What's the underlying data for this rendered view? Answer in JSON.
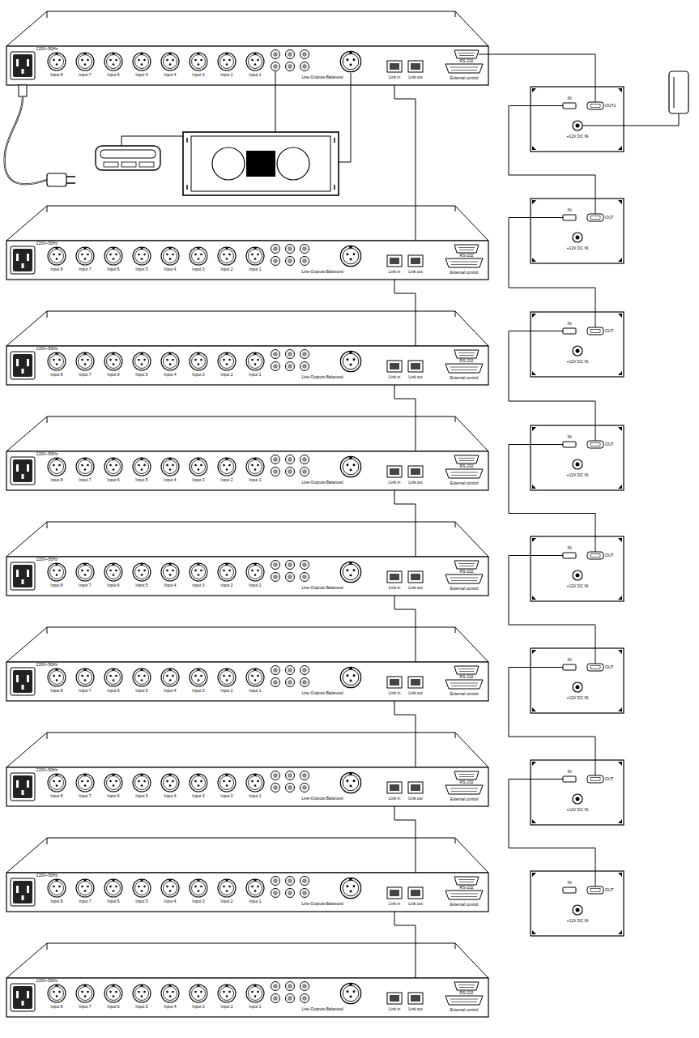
{
  "diagram": {
    "nodes": [
      {
        "text": [
          "220V~50Hz",
          "Input 8",
          "Input 7",
          "Input 6",
          "Input 5",
          "Input 4",
          "Input 3",
          "Input 2",
          "Input 1",
          "Line-Outputs-Balanced",
          "Link in",
          "Link out",
          "RS-232",
          "External control"
        ]
      },
      {
        "text": [
          "220V~50Hz",
          "Input 8",
          "Input 7",
          "Input 6",
          "Input 5",
          "Input 4",
          "Input 3",
          "Input 2",
          "Input 1",
          "Line-Outputs-Balanced",
          "Link in",
          "Link out",
          "RS-232",
          "External control"
        ]
      },
      {
        "text": [
          "220V~50Hz",
          "Input 8",
          "Input 7",
          "Input 6",
          "Input 5",
          "Input 4",
          "Input 3",
          "Input 2",
          "Input 1",
          "Line-Outputs-Balanced",
          "Link in",
          "Link out",
          "RS-232",
          "External control"
        ]
      },
      {
        "text": [
          "220V~50Hz",
          "Input 8",
          "Input 7",
          "Input 6",
          "Input 5",
          "Input 4",
          "Input 3",
          "Input 2",
          "Input 1",
          "Line-Outputs-Balanced",
          "Link in",
          "Link out",
          "RS-232",
          "External control"
        ]
      },
      {
        "text": [
          "220V~50Hz",
          "Input 8",
          "Input 7",
          "Input 6",
          "Input 5",
          "Input 4",
          "Input 3",
          "Input 2",
          "Input 1",
          "Line-Outputs-Balanced",
          "Link in",
          "Link out",
          "RS-232",
          "External control"
        ]
      },
      {
        "text": [
          "220V~50Hz",
          "Input 8",
          "Input 7",
          "Input 6",
          "Input 5",
          "Input 4",
          "Input 3",
          "Input 2",
          "Input 1",
          "Line-Outputs-Balanced",
          "Link in",
          "Link out",
          "RS-232",
          "External control"
        ]
      },
      {
        "text": [
          "220V~50Hz",
          "Input 8",
          "Input 7",
          "Input 6",
          "Input 5",
          "Input 4",
          "Input 3",
          "Input 2",
          "Input 1",
          "Line-Outputs-Balanced",
          "Link in",
          "Link out",
          "RS-232",
          "External control"
        ]
      },
      {
        "text": [
          "220V~50Hz",
          "Input 8",
          "Input 7",
          "Input 6",
          "Input 5",
          "Input 4",
          "Input 3",
          "Input 2",
          "Input 1",
          "Line-Outputs-Balanced",
          "Link in",
          "Link out",
          "RS-232",
          "External control"
        ]
      },
      {
        "text": [
          "220V~50Hz",
          "Input 8",
          "Input 7",
          "Input 6",
          "Input 5",
          "Input 4",
          "Input 3",
          "Input 2",
          "Input 1",
          "Line-Outputs-Balanced",
          "Link in",
          "Link out",
          "RS-232",
          "External control"
        ]
      },
      {
        "text": [
          "IN",
          "OUT1",
          "+12V DC IN"
        ]
      },
      {
        "text": [
          "IN",
          "OUT",
          "+12V DC IN"
        ]
      },
      {
        "text": [
          "IN",
          "OUT",
          "+12V DC IN"
        ]
      },
      {
        "text": [
          "IN",
          "OUT",
          "+12V DC IN"
        ]
      },
      {
        "text": [
          "IN",
          "OUT",
          "+12V DC IN"
        ]
      },
      {
        "text": [
          "IN",
          "OUT",
          "+12V DC IN"
        ]
      },
      {
        "text": [
          "IN",
          "OUT",
          "+12V DC IN"
        ]
      },
      {
        "text": [
          "IN",
          "OUT",
          "+12V DC IN"
        ]
      }
    ],
    "edges": [
      {
        "from": 0,
        "to": 1,
        "arrow": "none"
      },
      {
        "from": 1,
        "to": 2,
        "arrow": "none"
      },
      {
        "from": 2,
        "to": 3,
        "arrow": "none"
      },
      {
        "from": 3,
        "to": 4,
        "arrow": "none"
      },
      {
        "from": 4,
        "to": 5,
        "arrow": "none"
      },
      {
        "from": 5,
        "to": 6,
        "arrow": "none"
      },
      {
        "from": 6,
        "to": 7,
        "arrow": "none"
      },
      {
        "from": 7,
        "to": 8,
        "arrow": "none"
      },
      {
        "from": 0,
        "to": 9,
        "arrow": "none"
      },
      {
        "from": 9,
        "to": 10,
        "arrow": "none"
      },
      {
        "from": 10,
        "to": 11,
        "arrow": "none"
      },
      {
        "from": 11,
        "to": 12,
        "arrow": "none"
      },
      {
        "from": 12,
        "to": 13,
        "arrow": "none"
      },
      {
        "from": 13,
        "to": 14,
        "arrow": "none"
      },
      {
        "from": 14,
        "to": 15,
        "arrow": "none"
      },
      {
        "from": 15,
        "to": 16,
        "arrow": "none"
      }
    ]
  }
}
